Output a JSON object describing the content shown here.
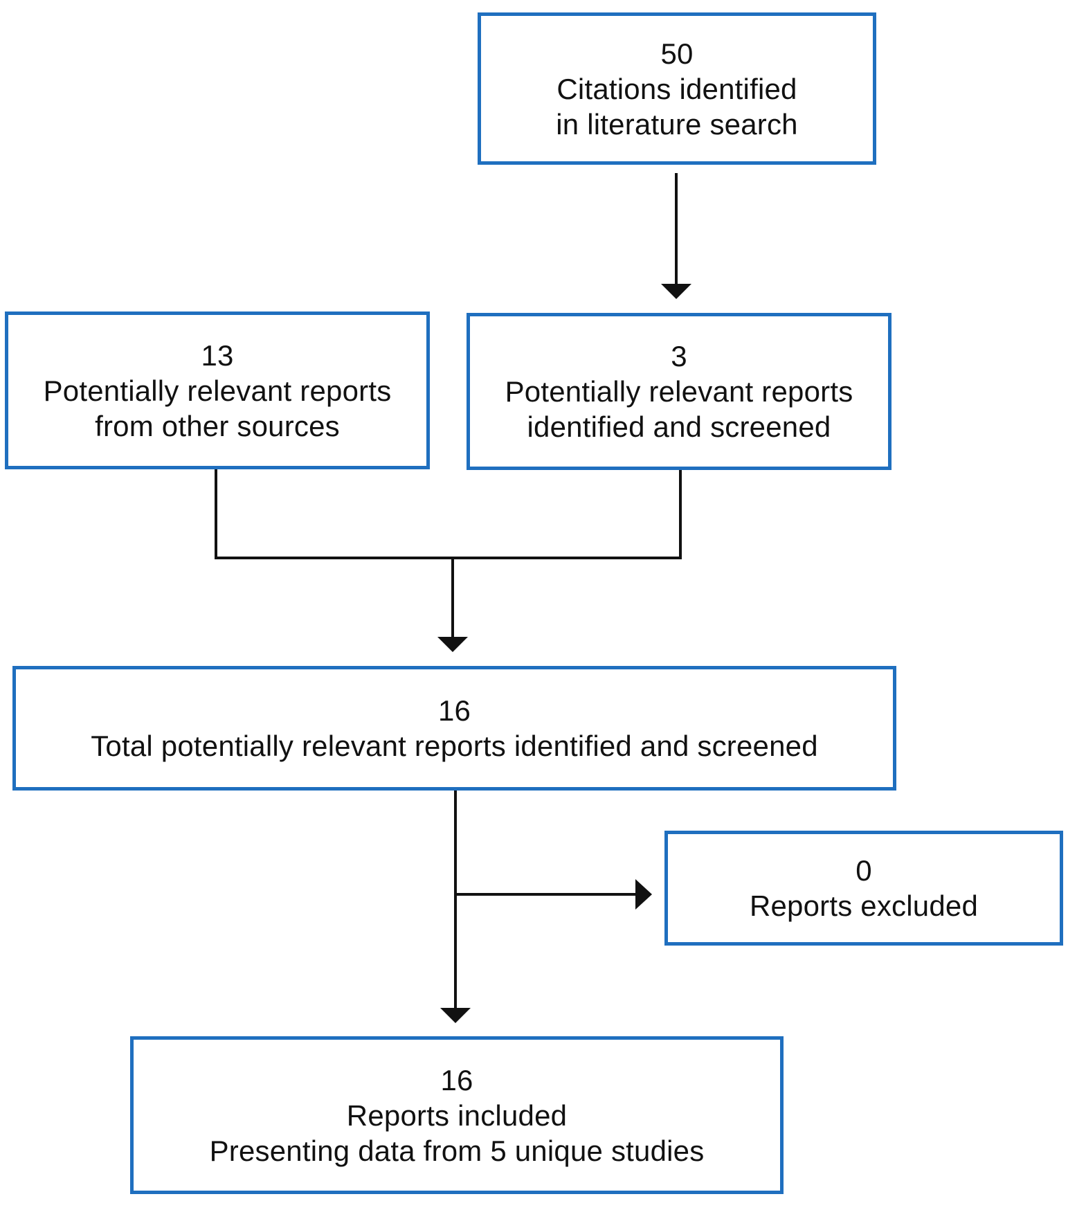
{
  "boxes": {
    "citations": {
      "count": "50",
      "line1": "Citations identified",
      "line2": "in literature search"
    },
    "other_sources": {
      "count": "13",
      "line1": "Potentially relevant reports",
      "line2": "from other sources"
    },
    "screened": {
      "count": "3",
      "line1": "Potentially relevant reports",
      "line2": "identified and screened"
    },
    "total": {
      "count": "16",
      "line1": "Total potentially relevant reports identified and screened"
    },
    "excluded": {
      "count": "0",
      "line1": "Reports excluded"
    },
    "included": {
      "count": "16",
      "line1": "Reports included",
      "line2": "Presenting data from 5 unique studies"
    }
  },
  "colors": {
    "box_border": "#1f6fbf",
    "connector": "#111111",
    "text": "#111111"
  }
}
